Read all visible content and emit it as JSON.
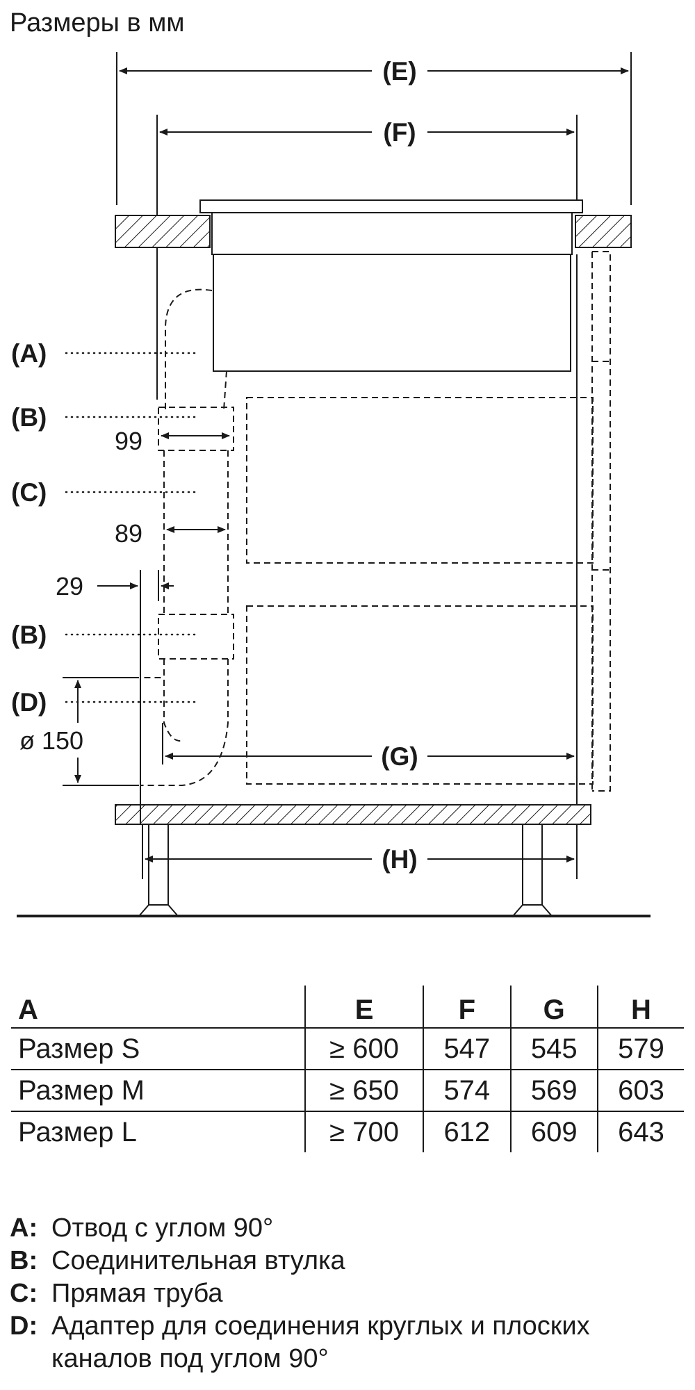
{
  "title": "Размеры в мм",
  "diagram": {
    "dim_e": "(E)",
    "dim_f": "(F)",
    "dim_g": "(G)",
    "dim_h": "(H)",
    "part_a": "(A)",
    "part_b1": "(B)",
    "part_c": "(C)",
    "part_b2": "(B)",
    "part_d": "(D)",
    "val_99": "99",
    "val_89": "89",
    "val_29": "29",
    "val_150": "ø 150"
  },
  "table": {
    "headers": [
      "A",
      "E",
      "F",
      "G",
      "H"
    ],
    "rows": [
      [
        "Размер S",
        "≥ 600",
        "547",
        "545",
        "579"
      ],
      [
        "Размер M",
        "≥ 650",
        "574",
        "569",
        "603"
      ],
      [
        "Размер L",
        "≥ 700",
        "612",
        "609",
        "643"
      ]
    ]
  },
  "legend": [
    {
      "key": "A:",
      "text": "Отвод с углом 90°"
    },
    {
      "key": "B:",
      "text": "Соединительная втулка"
    },
    {
      "key": "C:",
      "text": "Прямая труба"
    },
    {
      "key": "D:",
      "text": "Адаптер для соединения круглых и плоских каналов под углом 90°"
    }
  ]
}
